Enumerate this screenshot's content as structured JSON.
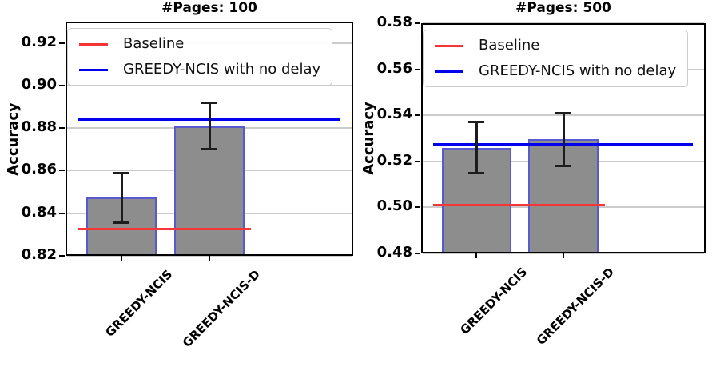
{
  "styles": {
    "baseline_color": "#f63535",
    "nodelay_color": "#0000ee",
    "bar_fill": "#8d8d8d",
    "bar_edge": "#5a5ad0",
    "grid_color": "#cccccc",
    "errorbar_color": "#1c1c1c",
    "spine_color": "#000000"
  },
  "legend": {
    "items": [
      {
        "key": "baseline",
        "label": "Baseline"
      },
      {
        "key": "nodelay",
        "label": "GREEDY-NCIS with no delay"
      }
    ]
  },
  "chart_data": [
    {
      "type": "bar",
      "title": "#Pages: 100",
      "ylabel": "Accuracy",
      "ylim": [
        0.82,
        0.93
      ],
      "yticks": [
        0.92,
        0.9,
        0.88,
        0.86,
        0.84,
        0.82
      ],
      "categories": [
        "GREEDY-NCIS",
        "GREEDY-NCIS-D"
      ],
      "values": [
        0.8475,
        0.881
      ],
      "error_low": [
        0.8355,
        0.87
      ],
      "error_high": [
        0.859,
        0.892
      ],
      "baseline": 0.8325,
      "no_delay": 0.884,
      "grid": true,
      "legend_position": "upper left"
    },
    {
      "type": "bar",
      "title": "#Pages: 500",
      "ylabel": "Accuracy",
      "ylim": [
        0.48,
        0.58
      ],
      "yticks": [
        0.58,
        0.56,
        0.54,
        0.52,
        0.5,
        0.48
      ],
      "categories": [
        "GREEDY-NCIS",
        "GREEDY-NCIS-D"
      ],
      "values": [
        0.526,
        0.5295
      ],
      "error_low": [
        0.515,
        0.518
      ],
      "error_high": [
        0.537,
        0.541
      ],
      "baseline": 0.501,
      "no_delay": 0.5275,
      "grid": true,
      "legend_position": "upper left"
    }
  ]
}
